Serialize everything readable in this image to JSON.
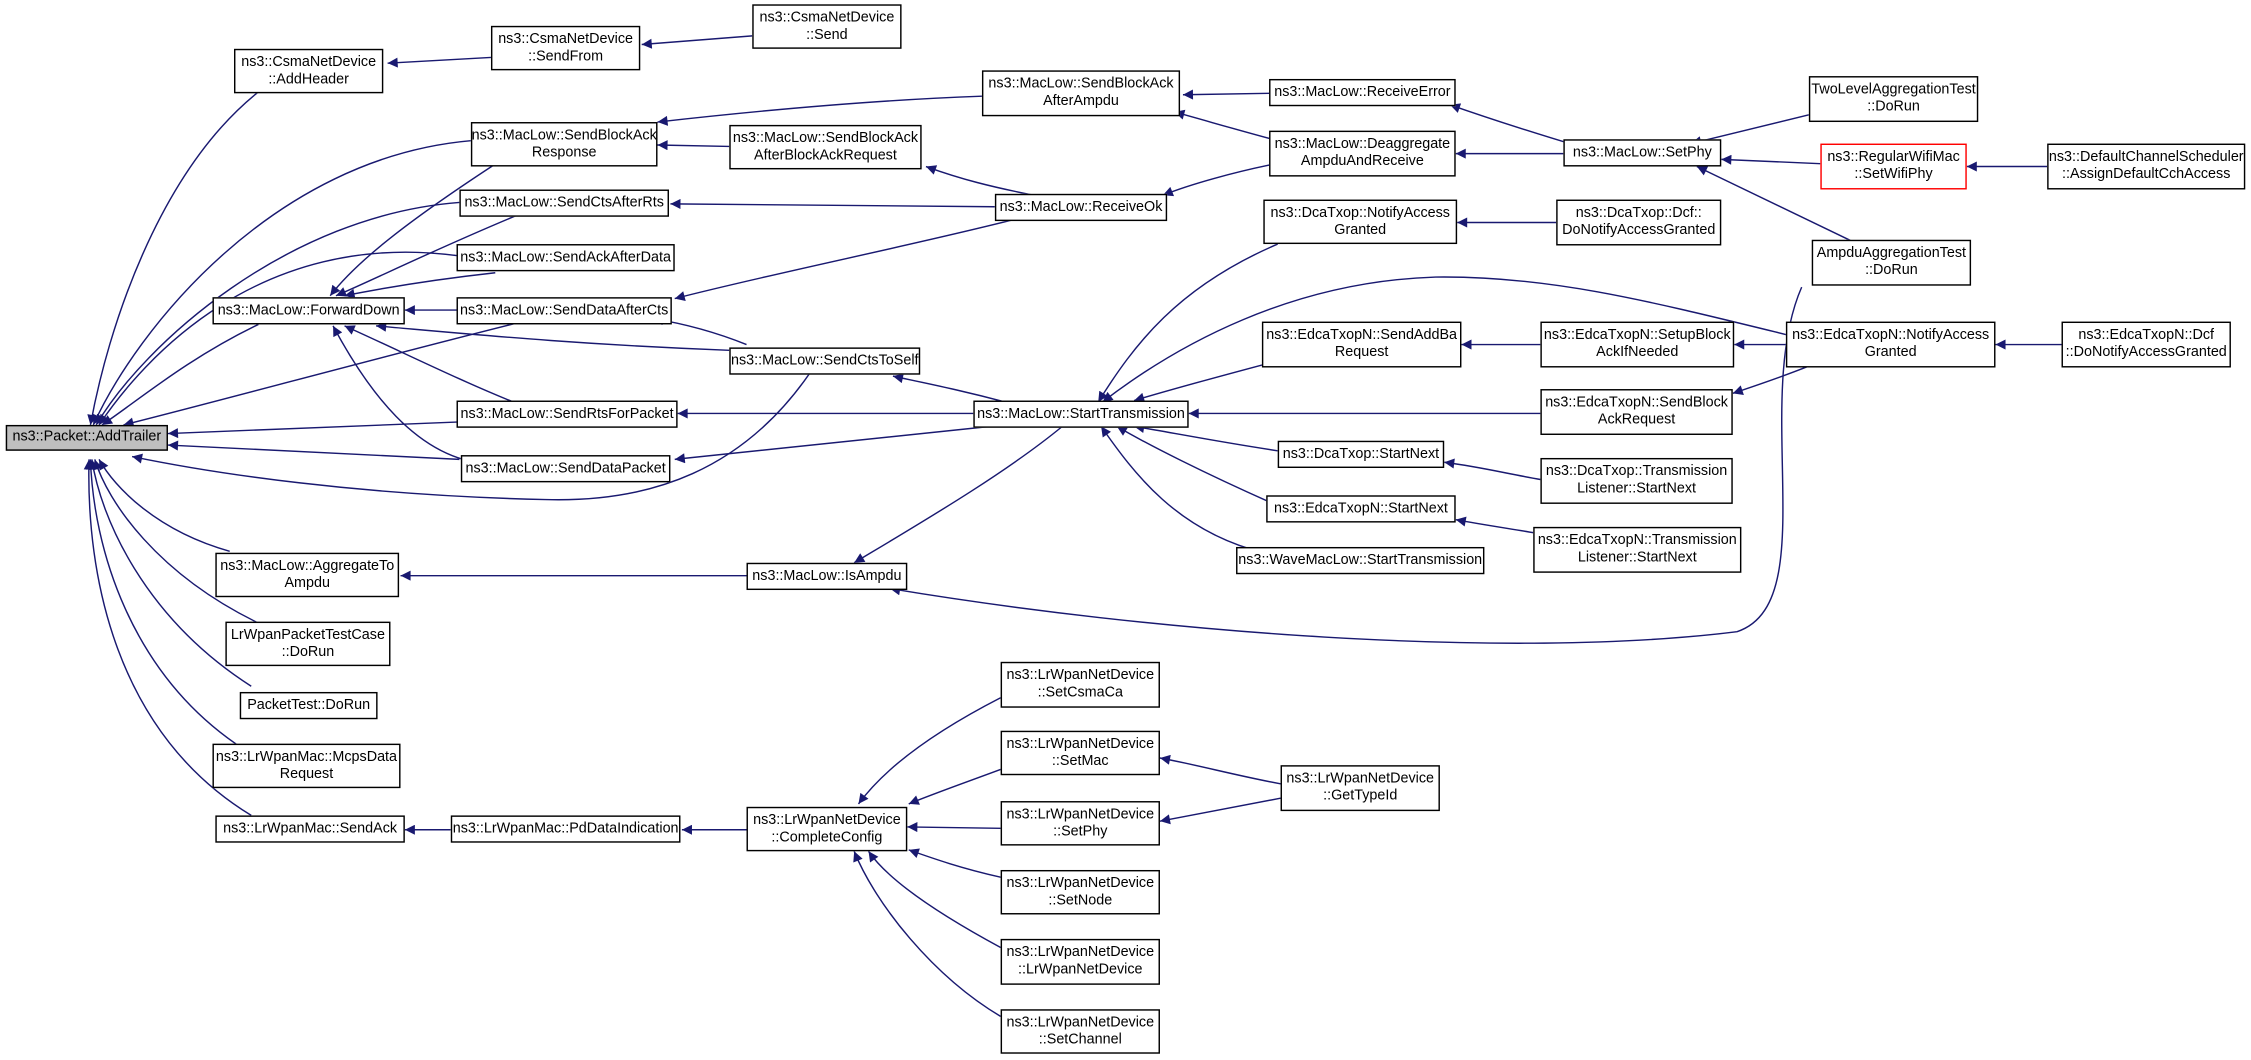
{
  "colors": {
    "edge": "#191970",
    "node_border": "#000000",
    "root_fill": "#bfbfbf",
    "highlight_border": "#ff0000",
    "background": "#ffffff"
  },
  "nodes": {
    "add_trailer": "ns3::Packet::AddTrailer",
    "csma_add_header": "ns3::CsmaNetDevice\n::AddHeader",
    "csma_send_from": "ns3::CsmaNetDevice\n::SendFrom",
    "csma_send": "ns3::CsmaNetDevice\n::Send",
    "send_blockack_response": "ns3::MacLow::SendBlockAck\nResponse",
    "send_cts_after_rts": "ns3::MacLow::SendCtsAfterRts",
    "send_ack_after_data": "ns3::MacLow::SendAckAfterData",
    "forward_down": "ns3::MacLow::ForwardDown",
    "send_data_after_cts": "ns3::MacLow::SendDataAfterCts",
    "send_rts_for_packet": "ns3::MacLow::SendRtsForPacket",
    "send_data_packet": "ns3::MacLow::SendDataPacket",
    "aggregate_to_ampdu": "ns3::MacLow::AggregateTo\nAmpdu",
    "lrwpan_packet_test": "LrWpanPacketTestCase\n::DoRun",
    "packet_test": "PacketTest::DoRun",
    "mcps_data_request": "ns3::LrWpanMac::McpsData\nRequest",
    "lrwpan_send_ack": "ns3::LrWpanMac::SendAck",
    "pd_data_indication": "ns3::LrWpanMac::PdDataIndication",
    "send_blockack_after_ampdu": "ns3::MacLow::SendBlockAck\nAfterAmpdu",
    "send_blockack_after_bar": "ns3::MacLow::SendBlockAck\nAfterBlockAckRequest",
    "receive_ok": "ns3::MacLow::ReceiveOk",
    "send_cts_to_self": "ns3::MacLow::SendCtsToSelf",
    "start_transmission": "ns3::MacLow::StartTransmission",
    "is_ampdu": "ns3::MacLow::IsAmpdu",
    "complete_config": "ns3::LrWpanNetDevice\n::CompleteConfig",
    "receive_error": "ns3::MacLow::ReceiveError",
    "deaggregate": "ns3::MacLow::Deaggregate\nAmpduAndReceive",
    "dcatxop_notify": "ns3::DcaTxop::NotifyAccess\nGranted",
    "edca_send_addba": "ns3::EdcaTxopN::SendAddBa\nRequest",
    "dcatxop_start_next": "ns3::DcaTxop::StartNext",
    "edca_start_next": "ns3::EdcaTxopN::StartNext",
    "wave_start_transmission": "ns3::WaveMacLow::StartTransmission",
    "set_csmaca": "ns3::LrWpanNetDevice\n::SetCsmaCa",
    "set_mac": "ns3::LrWpanNetDevice\n::SetMac",
    "set_phy_lr": "ns3::LrWpanNetDevice\n::SetPhy",
    "set_node": "ns3::LrWpanNetDevice\n::SetNode",
    "lrwpan_ctor": "ns3::LrWpanNetDevice\n::LrWpanNetDevice",
    "set_channel": "ns3::LrWpanNetDevice\n::SetChannel",
    "maclow_set_phy": "ns3::MacLow::SetPhy",
    "dcf_do_notify": "ns3::DcaTxop::Dcf::\nDoNotifyAccessGranted",
    "setup_block_ack": "ns3::EdcaTxopN::SetupBlock\nAckIfNeeded",
    "send_block_ack_request": "ns3::EdcaTxopN::SendBlock\nAckRequest",
    "dca_tx_listener": "ns3::DcaTxop::Transmission\nListener::StartNext",
    "edca_tx_listener": "ns3::EdcaTxopN::Transmission\nListener::StartNext",
    "get_type_id": "ns3::LrWpanNetDevice\n::GetTypeId",
    "two_level_test": "TwoLevelAggregationTest\n::DoRun",
    "set_wifi_phy": "ns3::RegularWifiMac\n::SetWifiPhy",
    "ampdu_test": "AmpduAggregationTest\n::DoRun",
    "edca_notify": "ns3::EdcaTxopN::NotifyAccess\nGranted",
    "assign_cch": "ns3::DefaultChannelScheduler\n::AssignDefaultCchAccess",
    "edca_dcf_do_notify": "ns3::EdcaTxopN::Dcf\n::DoNotifyAccessGranted"
  }
}
